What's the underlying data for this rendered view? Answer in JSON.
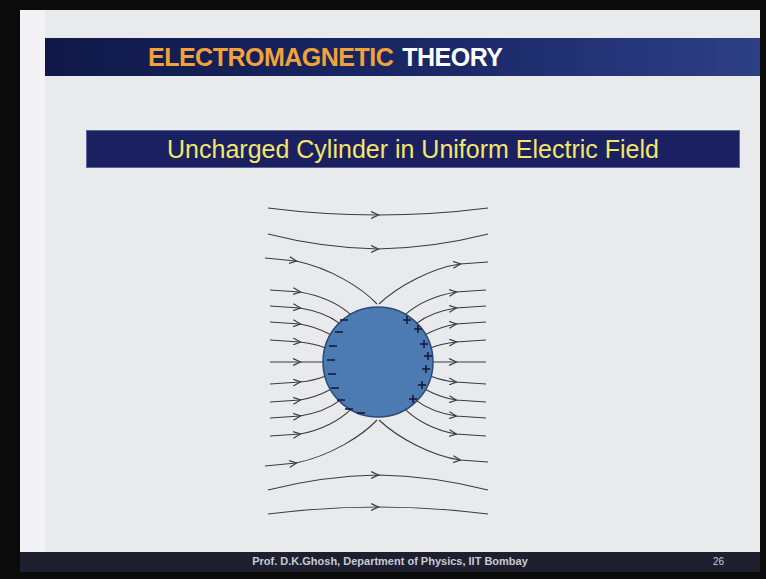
{
  "diagram": {
    "nodes": [
      {
        "text": [
          "ELECTROMAGNETIC",
          "THEORY"
        ]
      },
      {
        "text": [
          "Uncharged Cylinder in Uniform Electric Field"
        ]
      },
      {
        "text": [
          "Prof. D.K.Ghosh, Department of Physics, IIT Bombay",
          "26"
        ]
      }
    ]
  }
}
